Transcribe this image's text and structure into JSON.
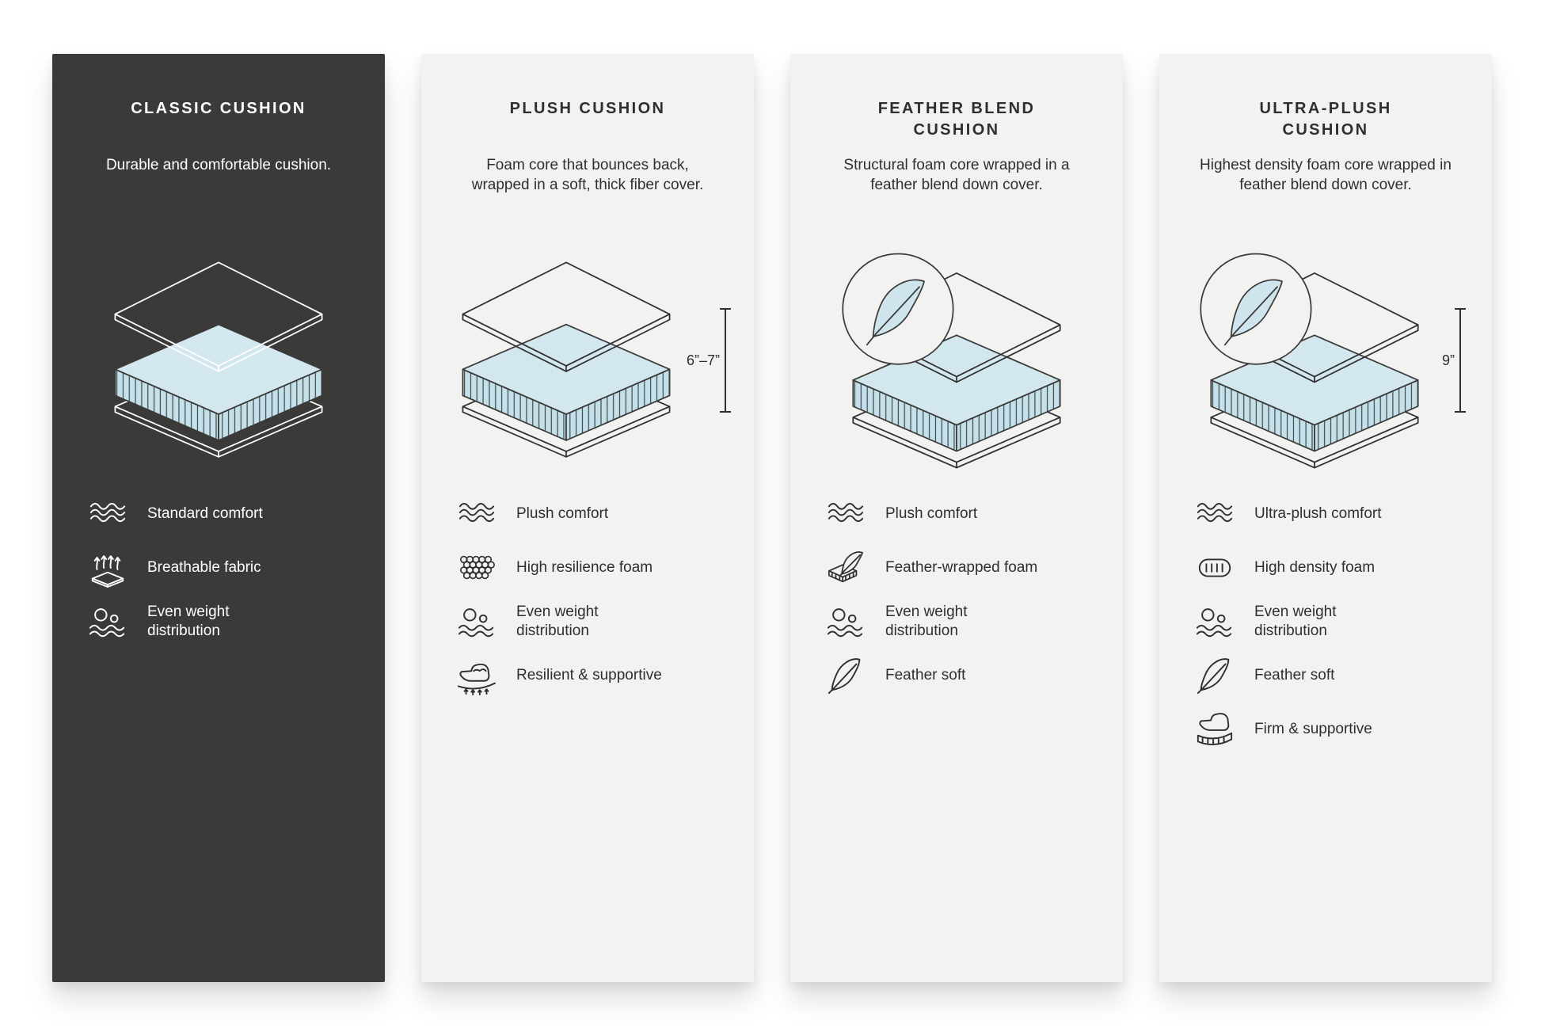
{
  "infographic": {
    "colors": {
      "card_dark": "#3b3a38",
      "card_light": "#f2f2f1",
      "foam_blue": "#cfe5ee",
      "line_dark": "#3a3a38"
    }
  },
  "cards": [
    {
      "title": "CLASSIC CUSHION",
      "description": "Durable and comfortable cushion.",
      "features": [
        {
          "icon": "comfort-waves-icon",
          "label": "Standard comfort"
        },
        {
          "icon": "breathable-fabric-icon",
          "label": "Breathable fabric"
        },
        {
          "icon": "even-weight-icon",
          "label": "Even weight distribution"
        }
      ]
    },
    {
      "title": "PLUSH CUSHION",
      "description": "Foam core that bounces back, wrapped in a soft, thick fiber cover.",
      "measurement": "6”–7”",
      "features": [
        {
          "icon": "comfort-waves-icon",
          "label": "Plush comfort"
        },
        {
          "icon": "foam-bubbles-icon",
          "label": "High resilience foam"
        },
        {
          "icon": "even-weight-icon",
          "label": "Even weight distribution"
        },
        {
          "icon": "hand-press-icon",
          "label": "Resilient & supportive"
        }
      ]
    },
    {
      "title": "FEATHER BLEND CUSHION",
      "description": "Structural foam core wrapped in a feather blend down cover.",
      "features": [
        {
          "icon": "comfort-waves-icon",
          "label": "Plush comfort"
        },
        {
          "icon": "feather-foam-icon",
          "label": "Feather-wrapped foam"
        },
        {
          "icon": "even-weight-icon",
          "label": "Even weight distribution"
        },
        {
          "icon": "feather-icon",
          "label": "Feather soft"
        }
      ]
    },
    {
      "title": "ULTRA-PLUSH CUSHION",
      "description": "Highest density foam core wrapped in feather blend down cover.",
      "measurement": "9”",
      "features": [
        {
          "icon": "comfort-waves-icon",
          "label": "Ultra-plush comfort"
        },
        {
          "icon": "foam-coils-icon",
          "label": "High density foam"
        },
        {
          "icon": "even-weight-icon",
          "label": "Even weight distribution"
        },
        {
          "icon": "feather-icon",
          "label": "Feather soft"
        },
        {
          "icon": "hand-firm-icon",
          "label": "Firm & supportive"
        }
      ]
    }
  ]
}
